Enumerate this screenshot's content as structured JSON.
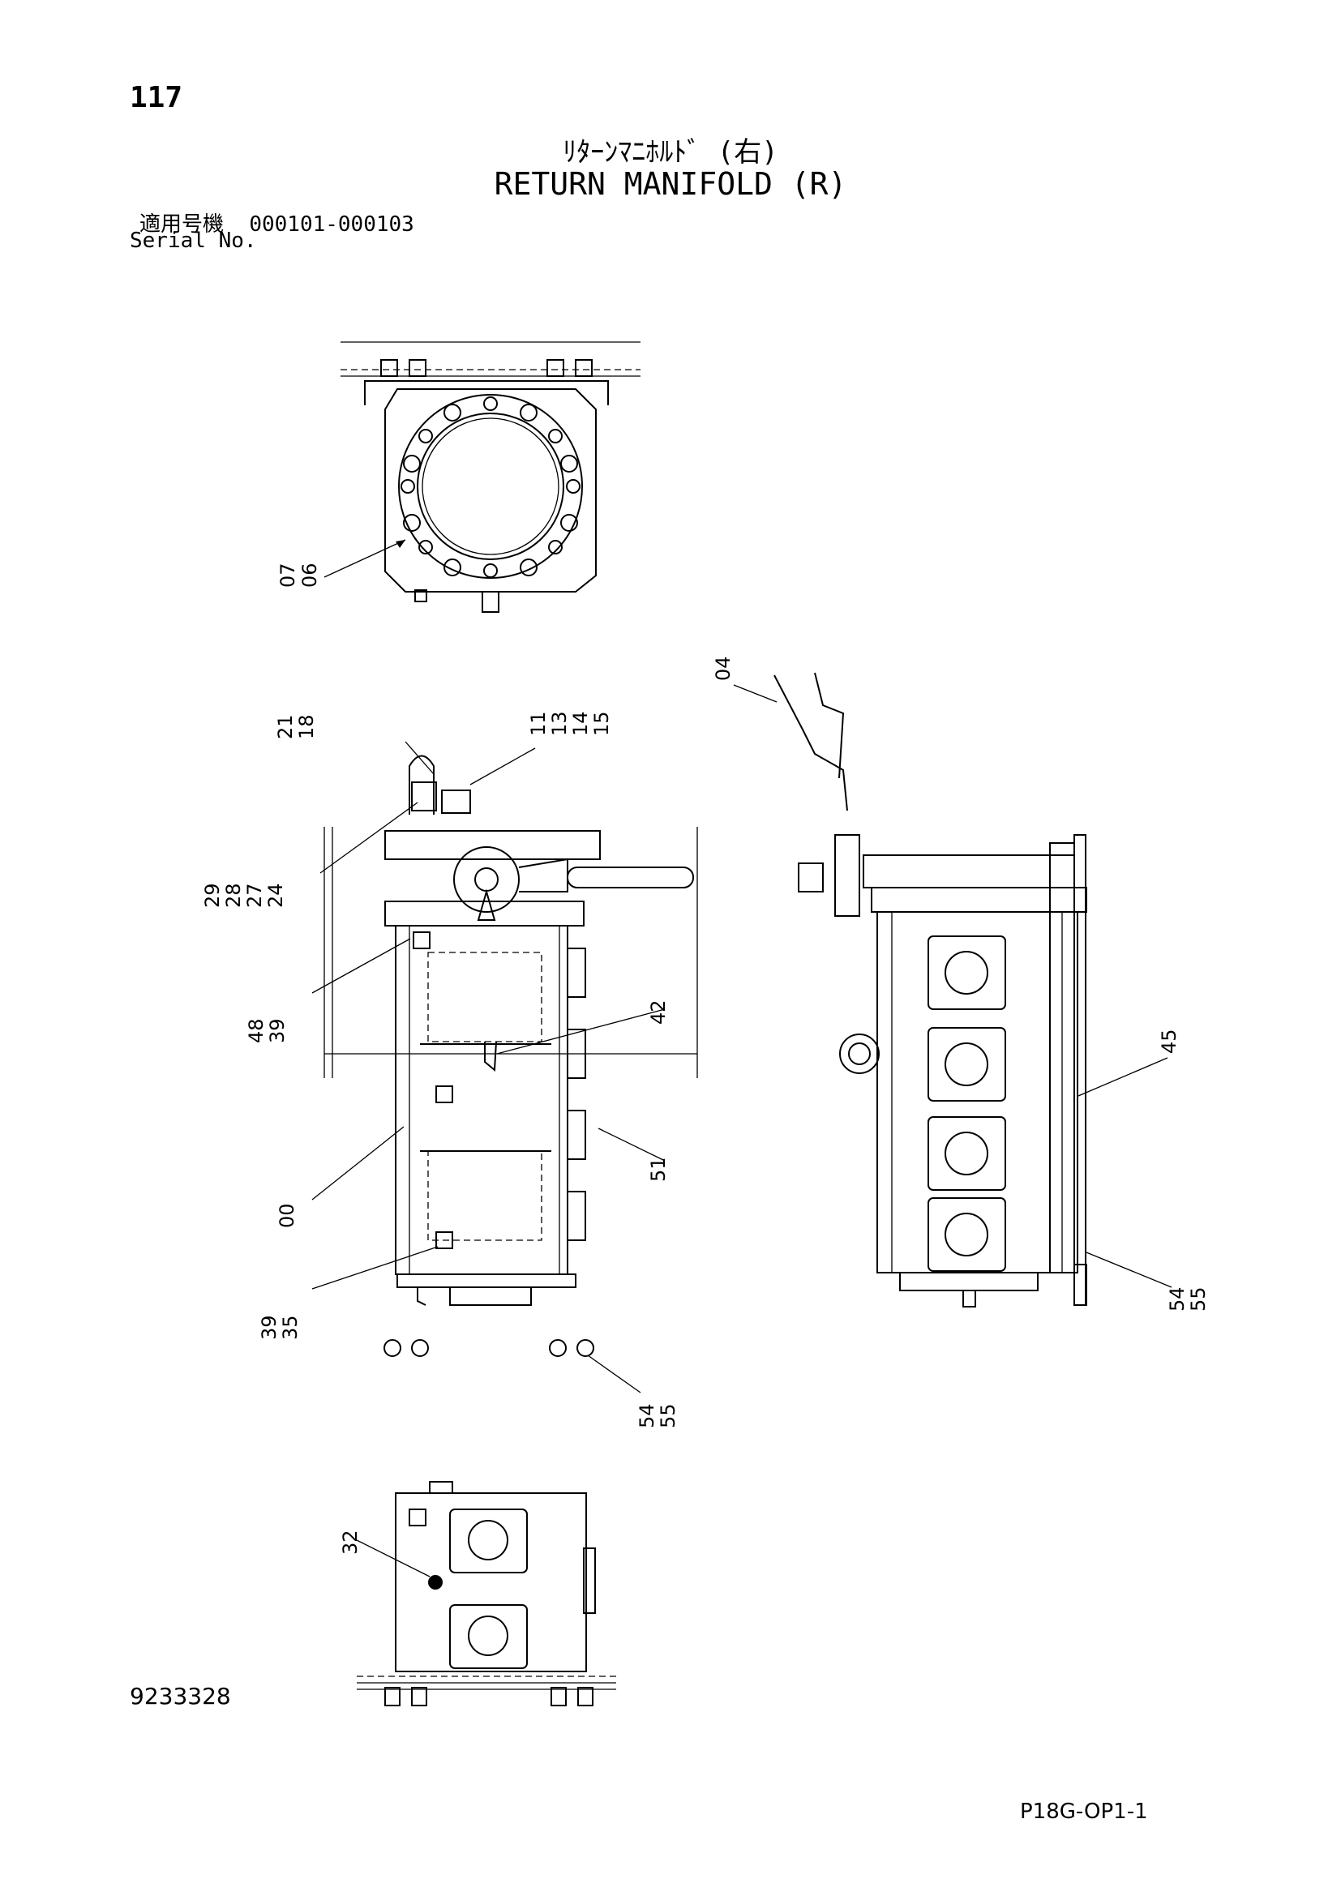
{
  "header": {
    "page_number": "117",
    "title_jp": "ﾘﾀｰﾝﾏﾆﾎﾙﾄﾞ (右)",
    "title_en": "RETURN MANIFOLD (R)",
    "serial_label_jp": "適用号機",
    "serial_range": "000101-000103",
    "serial_label_en": "Serial No."
  },
  "callouts": {
    "c_07": "07",
    "c_06": "06",
    "c_21": "21",
    "c_18": "18",
    "c_11": "11",
    "c_13": "13",
    "c_14": "14",
    "c_15": "15",
    "c_04": "04",
    "c_29": "29",
    "c_28": "28",
    "c_27": "27",
    "c_24": "24",
    "c_48": "48",
    "c_39a": "39",
    "c_42": "42",
    "c_45": "45",
    "c_00": "00",
    "c_51": "51",
    "c_54a": "54",
    "c_55a": "55",
    "c_39b": "39",
    "c_35": "35",
    "c_54b": "54",
    "c_55b": "55",
    "c_32": "32"
  },
  "footer": {
    "doc_number": "9233328",
    "page_code": "P18G-OP1-1"
  }
}
